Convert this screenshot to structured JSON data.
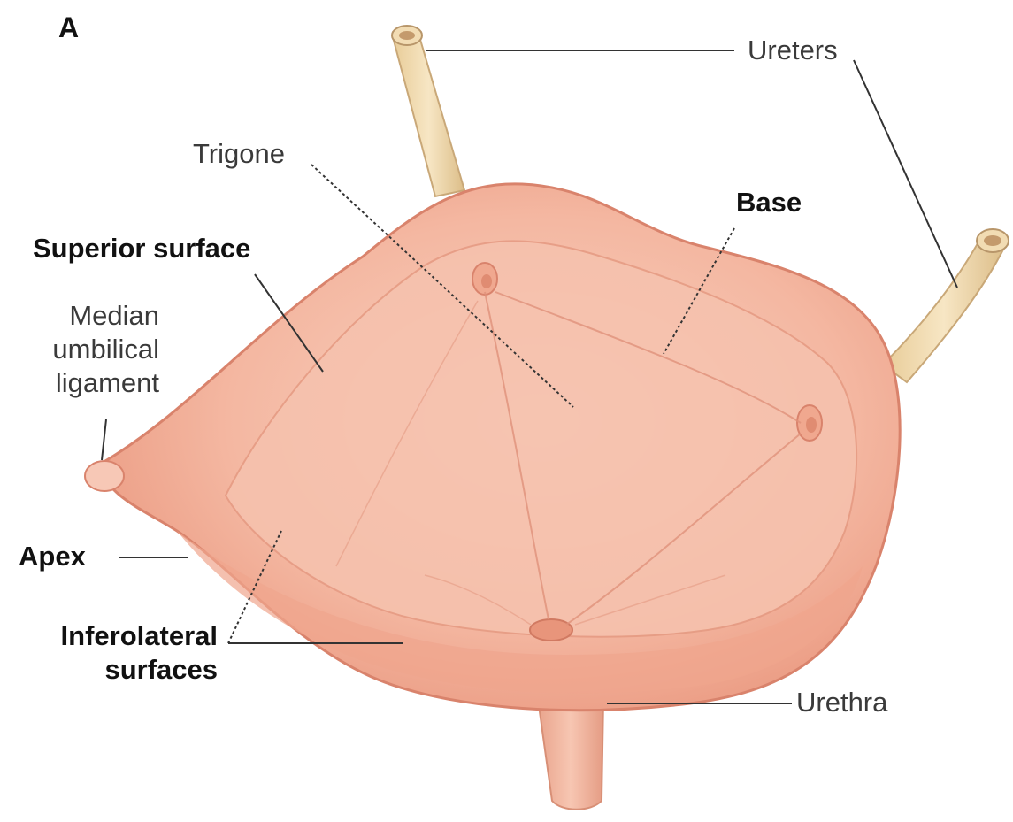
{
  "panel_label": "A",
  "labels": {
    "ureters": "Ureters",
    "trigone": "Trigone",
    "base": "Base",
    "superior_surface": "Superior surface",
    "median_umbilical_ligament": [
      "Median",
      "umbilical",
      "ligament"
    ],
    "apex": "Apex",
    "inferolateral_surfaces": [
      "Inferolateral",
      "surfaces"
    ],
    "urethra": "Urethra"
  },
  "colors": {
    "bladder_fill": "#f3b09b",
    "bladder_light": "#f7c8b6",
    "bladder_dark": "#e48f78",
    "bladder_outline": "#d9836c",
    "tube_fill": "#f2dcb3",
    "tube_outline": "#c9a878",
    "leader_line": "#333333"
  }
}
